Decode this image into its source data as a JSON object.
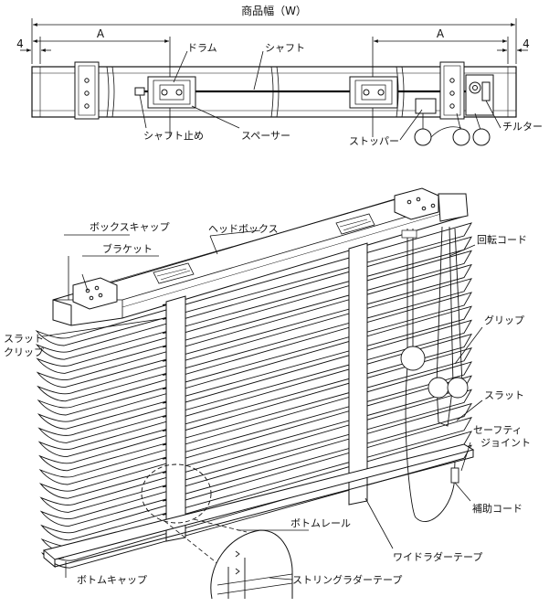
{
  "top_view": {
    "overall_width": "商品幅（W）",
    "dim_a_left": "A",
    "dim_a_right": "A",
    "dim_4_left": "4",
    "dim_4_right": "4",
    "labels": {
      "drum": "ドラム",
      "shaft": "シャフト",
      "shaft_stop": "シャフト止め",
      "spacer": "スペーサー",
      "stopper": "ストッパー",
      "tilter": "チルター"
    }
  },
  "main_view": {
    "labels": {
      "box_cap": "ボックスキャップ",
      "bracket": "ブラケット",
      "head_box": "ヘッドボックス",
      "slat_clip": "スラット\nクリップ",
      "tilt_cord": "回転コード",
      "grip": "グリップ",
      "slat": "スラット",
      "safety_joint": "セーフティ\nジョイント",
      "auxiliary_cord": "補助コード",
      "bottom_rail": "ボトムレール",
      "wide_ladder_tape": "ワイドラダーテープ",
      "bottom_cap": "ボトムキャップ",
      "string_ladder_tape": "ストリングラダーテープ"
    }
  },
  "colors": {
    "line": "#111111",
    "fill": "#ffffff",
    "hatch": "#888888"
  }
}
